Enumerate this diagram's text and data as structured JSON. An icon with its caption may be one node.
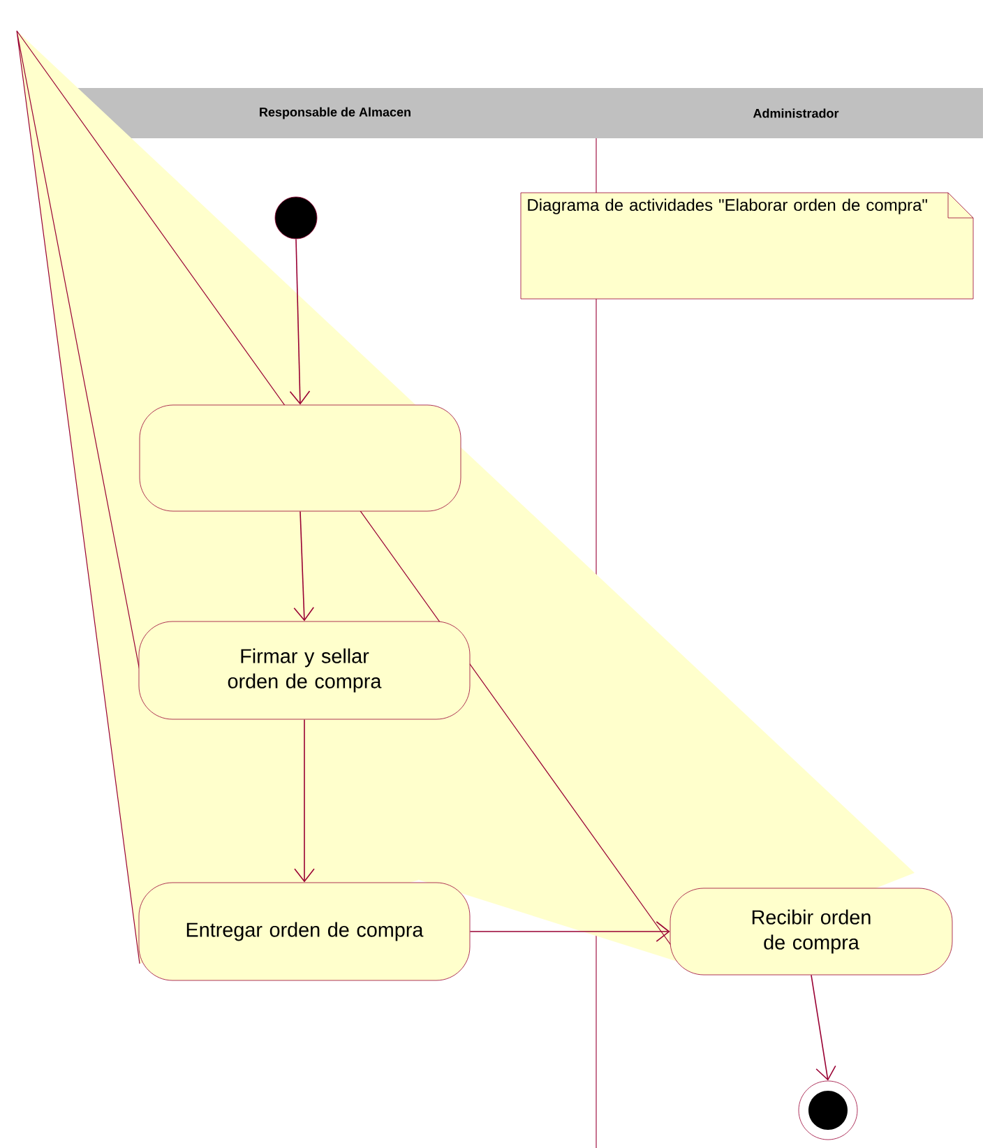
{
  "diagram": {
    "nodes": [
      {
        "text": [
          "Responsable de Almacen"
        ]
      },
      {
        "text": [
          "Administrador"
        ]
      },
      {
        "text": [
          "Diagrama de actividades \"Elaborar orden de compra\""
        ]
      },
      {
        "text": [],
        "shape": "circle"
      },
      {
        "text": [],
        "shape": "box"
      },
      {
        "text": [
          "Firmar y sellar orden de compra"
        ]
      },
      {
        "text": [
          "Entregar orden de compra"
        ]
      },
      {
        "text": [
          "Recibir orden de compra"
        ]
      },
      {
        "text": [],
        "shape": "circle"
      }
    ],
    "edges": [
      {
        "from": 3,
        "to": 4,
        "arrow": "to"
      },
      {
        "from": 4,
        "to": 5,
        "arrow": "to"
      },
      {
        "from": 5,
        "to": 6,
        "arrow": "to"
      },
      {
        "from": 6,
        "to": 7,
        "arrow": "to"
      },
      {
        "from": 7,
        "to": 8,
        "arrow": "to"
      }
    ]
  }
}
